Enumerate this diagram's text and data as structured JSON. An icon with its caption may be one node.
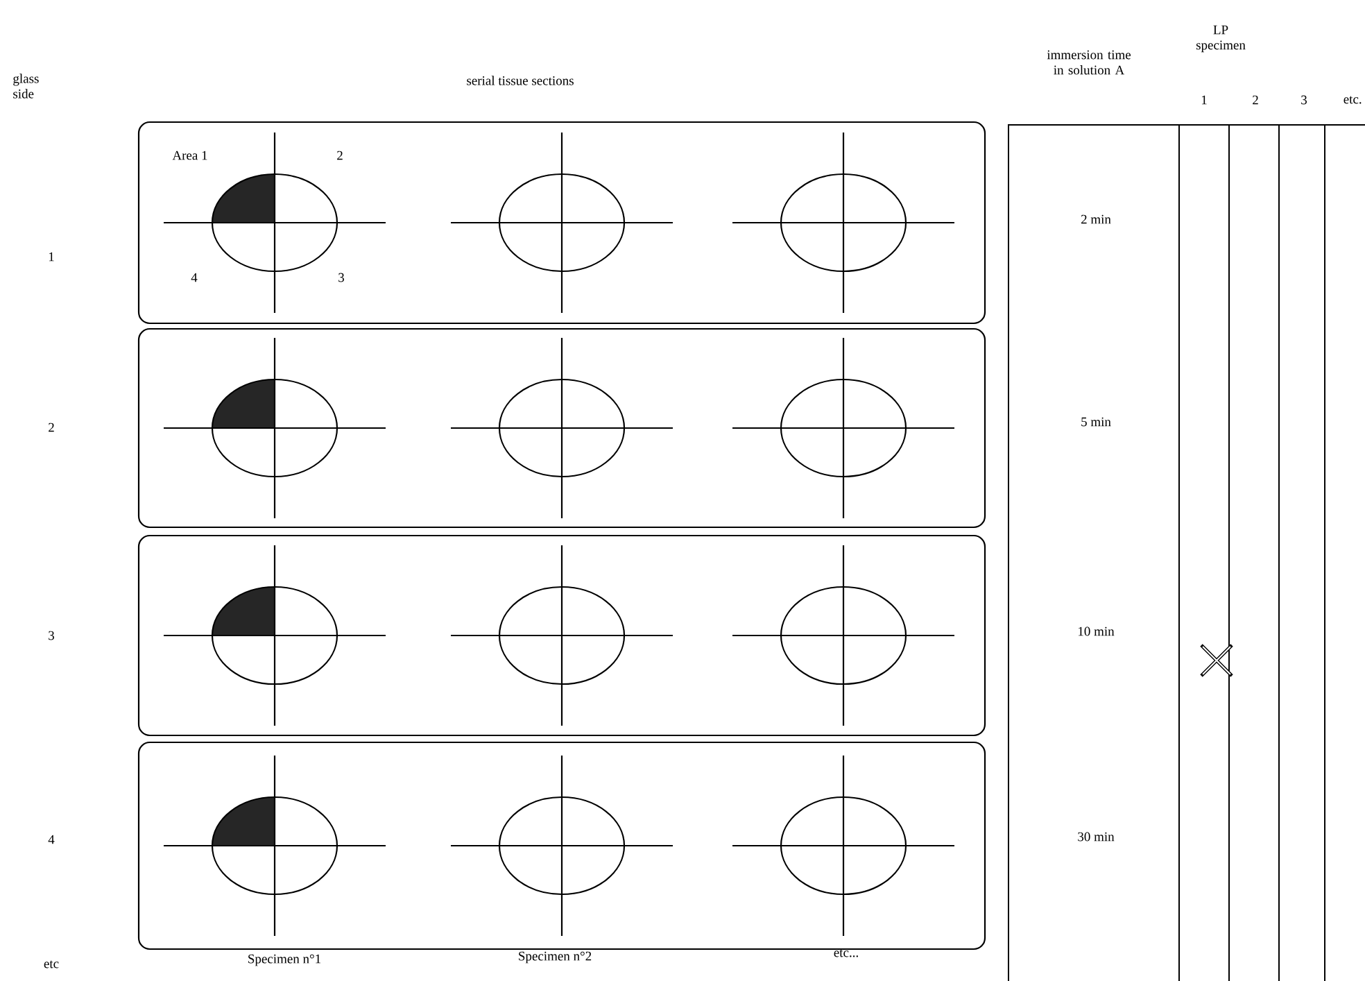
{
  "diagram": {
    "labels": [
      "glass side",
      "serial tissue sections",
      "immersion time in solution A",
      "LP specimen",
      "1",
      "2",
      "3",
      "etc.",
      "Area 1",
      "2",
      "1",
      "2 min",
      "4",
      "3",
      "2",
      "5 min",
      "3",
      "10 min",
      "4",
      "30 min",
      "etc",
      "Specimen n°1",
      "Specimen n°2",
      "etc..."
    ]
  }
}
